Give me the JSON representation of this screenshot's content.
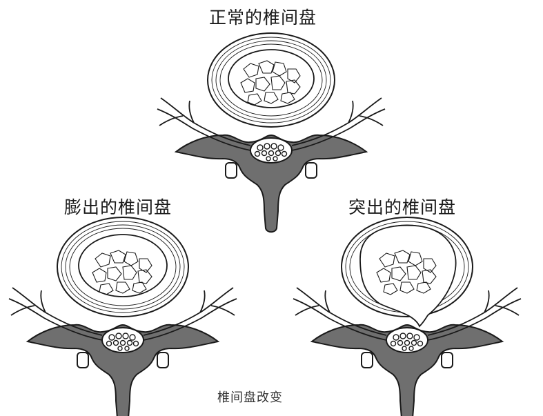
{
  "diagram": {
    "titles": {
      "normal": "正常的椎间盘",
      "bulging": "膨出的椎间盘",
      "herniated": "突出的椎间盘"
    },
    "caption": "椎间盘改变"
  },
  "colors": {
    "bone": "#6f6f6f",
    "outline": "#1a1a1a",
    "background": "#ffffff"
  }
}
